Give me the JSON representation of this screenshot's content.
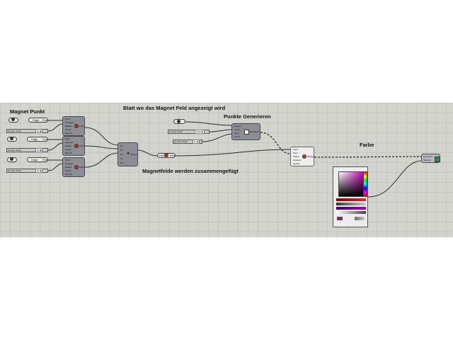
{
  "labels": {
    "magnet_punkt": "Magnet Punkt",
    "blatt": "Blatt wo das Magnet Feld angezeigt wird",
    "punkte_generieren": "Punkte Generieren",
    "magnetfelde": "Magnetfelde werden zusammengefügt",
    "farbe": "Farbe"
  },
  "point_params": [
    {
      "prefix": "Origin",
      "suffix": "Point"
    },
    {
      "prefix": "Origin",
      "suffix": "Point"
    },
    {
      "prefix": "Origin",
      "suffix": "Point"
    }
  ],
  "sliders": [
    {
      "label": "Number Slider",
      "value": "66 ◆"
    },
    {
      "label": "Number Slider",
      "value": "40 ◆"
    },
    {
      "label": "Number Slider",
      "value": "36 ◆"
    },
    {
      "label": "Number Slider",
      "value": "1000 ◆"
    },
    {
      "label": "Number Slider",
      "value": "10 ◆"
    }
  ],
  "field_components": [
    {
      "inputs": [
        "Point",
        "Strength",
        "Radius",
        "Decay",
        "Bounds"
      ],
      "output": "Field"
    },
    {
      "inputs": [
        "Point",
        "Strength",
        "Radius",
        "Decay",
        "Bounds"
      ],
      "output": "Field"
    },
    {
      "inputs": [
        "Point",
        "Strength",
        "Radius",
        "Decay",
        "Bounds"
      ],
      "output": "Field"
    }
  ],
  "merge_component": {
    "inputs": [
      "F1",
      "F2",
      "F3",
      "F4",
      "F5"
    ],
    "output": "Result"
  },
  "field_param": {
    "left": "Field",
    "right": "Field"
  },
  "populate_component": {
    "inputs": [
      "Region",
      "Count",
      "Seed",
      "Points"
    ],
    "output": "Population"
  },
  "spinforce_component": {
    "inputs": [
      "Field",
      "Point",
      "Shape",
      "Gradient",
      "Section"
    ],
    "output": "Display"
  },
  "preview_component": {
    "inputs": [
      "Geometry",
      "Material"
    ]
  }
}
